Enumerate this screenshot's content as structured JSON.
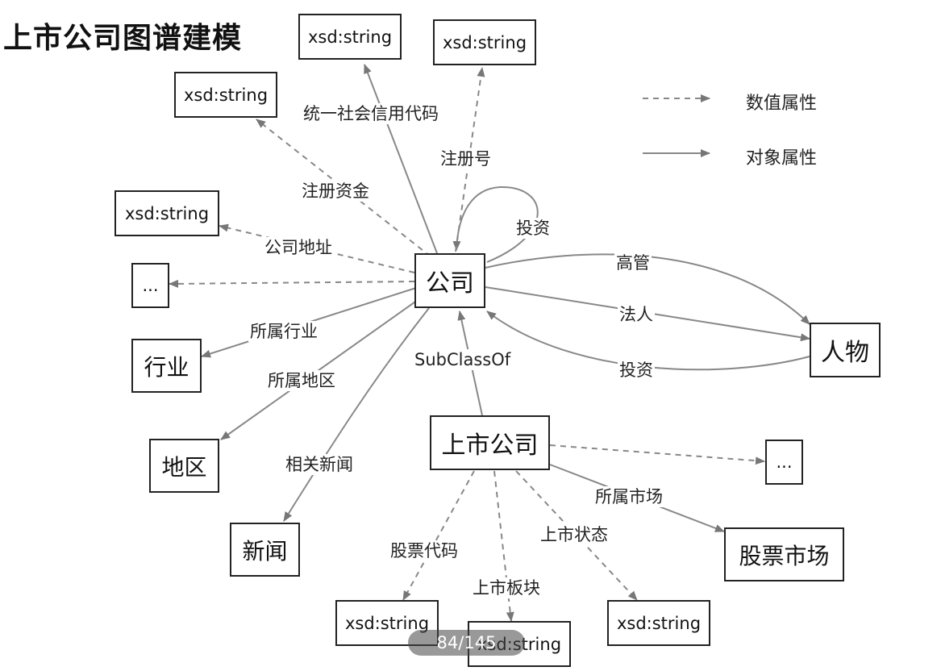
{
  "title": "上市公司图谱建模",
  "nodes": {
    "company": "公司",
    "person": "人物",
    "listed_company": "上市公司",
    "industry": "行业",
    "region": "地区",
    "news": "新闻",
    "stock_market": "股票市场",
    "ellipsis_left": "...",
    "ellipsis_right": "...",
    "xsd_top_left": "xsd:string",
    "xsd_top_mid": "xsd:string",
    "xsd_top_right": "xsd:string",
    "xsd_left": "xsd:string",
    "xsd_bottom_left": "xsd:string",
    "xsd_bottom_mid": "xsd:string",
    "xsd_bottom_right": "xsd:string"
  },
  "edges": {
    "credit_code": "统一社会信用代码",
    "reg_no": "注册号",
    "reg_capital": "注册资金",
    "address": "公司地址",
    "invest_self": "投资",
    "executive": "高管",
    "legal_person": "法人",
    "invest_person": "投资",
    "industry": "所属行业",
    "region": "所属地区",
    "subclass": "SubClassOf",
    "news": "相关新闻",
    "stock_code": "股票代码",
    "board": "上市板块",
    "status": "上市状态",
    "market": "所属市场"
  },
  "legend": {
    "data_property": "数值属性",
    "object_property": "对象属性"
  },
  "pager": "84/145"
}
